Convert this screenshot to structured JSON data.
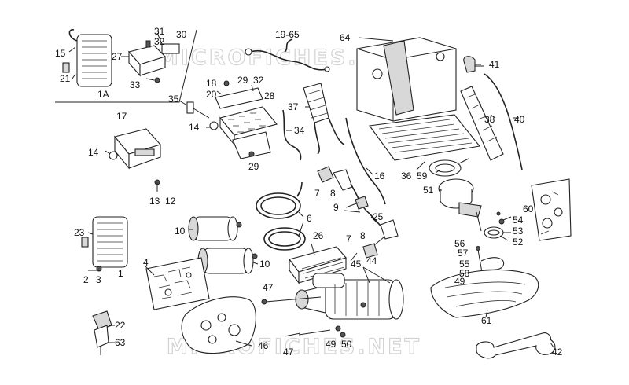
{
  "watermark": {
    "top": "MICROFICHES.NET",
    "bottom": "MICROFICHES.NET"
  },
  "callouts": [
    "15",
    "21",
    "1A",
    "27",
    "31",
    "32",
    "30",
    "33",
    "19-65",
    "64",
    "41",
    "18",
    "20",
    "29",
    "32",
    "35",
    "28",
    "14",
    "29",
    "37",
    "34",
    "17",
    "14",
    "13",
    "12",
    "16",
    "36",
    "59",
    "38",
    "40",
    "51",
    "7",
    "8",
    "9",
    "25",
    "6",
    "10",
    "10",
    "26",
    "8",
    "7",
    "45",
    "44",
    "60",
    "54",
    "53",
    "52",
    "56",
    "57",
    "55",
    "58",
    "49",
    "23",
    "2",
    "3",
    "1",
    "4",
    "47",
    "47",
    "46",
    "49",
    "50",
    "61",
    "22",
    "63",
    "42"
  ],
  "colors": {
    "ink": "#222222",
    "watermark": "#d3d3d3",
    "background": "#ffffff"
  }
}
